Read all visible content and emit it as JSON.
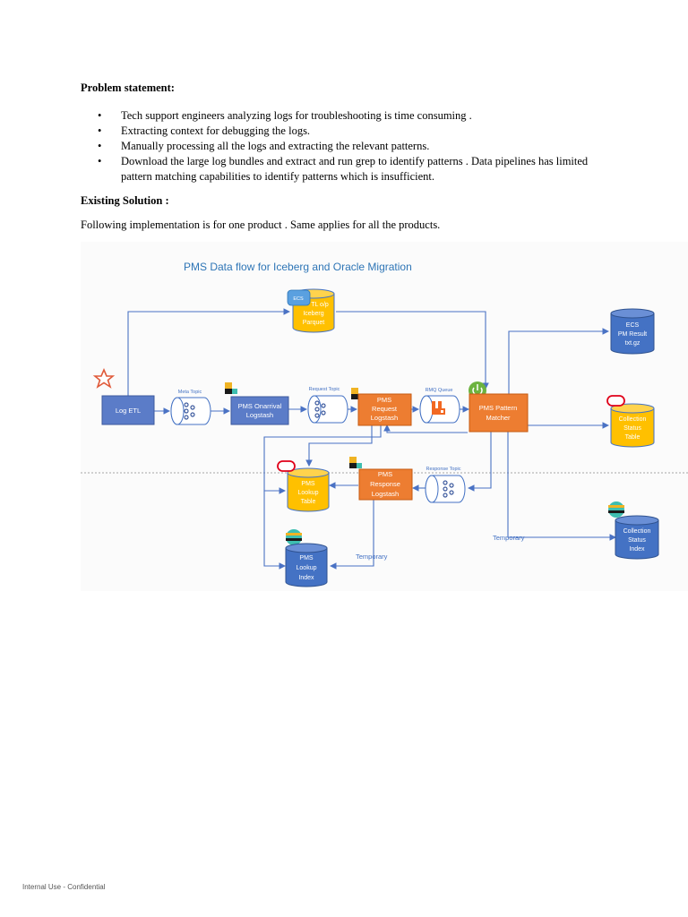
{
  "problem": {
    "heading": "Problem statement:",
    "bullets": [
      "Tech support engineers analyzing logs for troubleshooting is time consuming .",
      "Extracting context for debugging the logs.",
      "Manually processing all the logs and extracting the relevant patterns.",
      "Download the large log bundles and extract and run grep to identify patterns . Data pipelines has limited pattern matching capabilities to identify patterns which is insufficient."
    ]
  },
  "existing": {
    "heading": "Existing Solution :",
    "paragraph": "Following implementation is for one product . Same applies for all the products."
  },
  "diagram": {
    "title": "PMS Data flow for Iceberg and Oracle Migration",
    "nodes": {
      "log_etl": "Log ETL",
      "meta_topic": "Meta Topic",
      "onarrival_l1": "PMS Onarrival",
      "onarrival_l2": "Logstash",
      "request_topic": "Request Topic",
      "request_l1": "PMS",
      "request_l2": "Request",
      "request_l3": "Logstash",
      "rmq_queue": "RMQ Queue",
      "matcher_l1": "PMS Pattern",
      "matcher_l2": "Matcher",
      "iceberg_l1": "TL o/p",
      "iceberg_l2": "Iceberg",
      "iceberg_l3": "Parquet",
      "ecs_badge": "ECS",
      "ecs_l1": "ECS",
      "ecs_l2": "PM Result",
      "ecs_l3": "txt.gz",
      "cst_l1": "Collection",
      "cst_l2": "Status",
      "cst_l3": "Table",
      "response_topic": "Response Topic",
      "response_l1": "PMS",
      "response_l2": "Response",
      "response_l3": "Logstash",
      "lookup_table_l1": "PMS",
      "lookup_table_l2": "Lookup",
      "lookup_table_l3": "Table",
      "lookup_index_l1": "PMS",
      "lookup_index_l2": "Lookup",
      "lookup_index_l3": "Index",
      "csi_l1": "Collection",
      "csi_l2": "Status",
      "csi_l3": "Index",
      "temporary_1": "Temporary",
      "temporary_2": "Temporary"
    },
    "colors": {
      "blue_box": "#5b7cc8",
      "orange_box": "#ed7d31",
      "yellow_cyl": "#ffc000",
      "blue_cyl": "#4472c4",
      "arrow": "#4a72c4",
      "title": "#2e75b6"
    },
    "icons": [
      "star-icon",
      "kafka-icon",
      "elastic-icon",
      "rabbitmq-icon",
      "spring-icon",
      "oracle-icon",
      "cloud-icon"
    ]
  },
  "footer": "Internal Use - Confidential"
}
